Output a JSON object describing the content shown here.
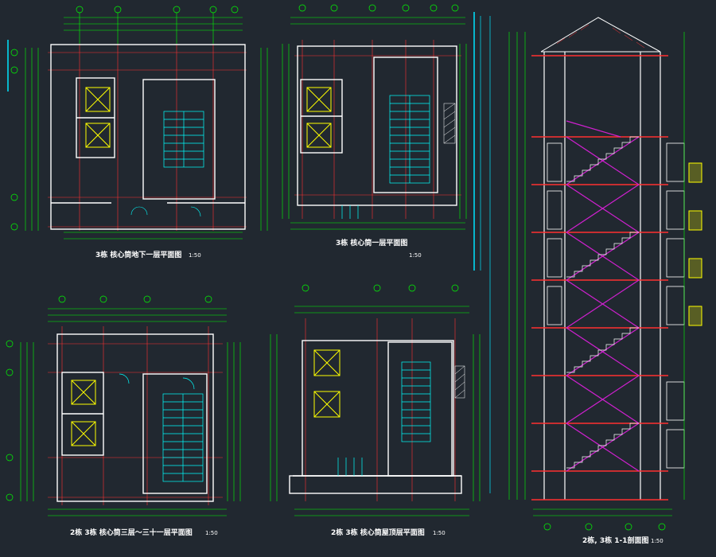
{
  "drawing_titles": {
    "plan_basement": "3栋 核心筒地下一层平面图",
    "plan_ground": "3栋 核心筒一层平面图",
    "plan_typical": "2栋 3栋 核心筒三层～三十一层平面图",
    "plan_roof": "2栋 3栋 核心筒屋顶层平面图",
    "section": "2栋, 3栋 1-1剖面图"
  },
  "scales": {
    "plan_basement": "1:50",
    "plan_ground": "1:50",
    "plan_typical": "1:50",
    "plan_roof": "1:50",
    "section": "1:50"
  },
  "colors": {
    "background": "#212830",
    "walls": "#ffffff",
    "grid_axis": "#ff3030",
    "dimension": "#00ff00",
    "stairs": "#00ffff",
    "section_stair": "#d020d0",
    "column": "#ffff00",
    "frame": "#00e5ff"
  }
}
